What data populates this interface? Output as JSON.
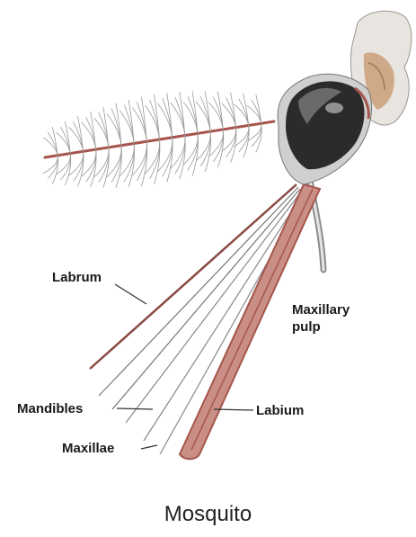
{
  "labels": {
    "labrum": "Labrum",
    "maxillary_line1": "Maxillary",
    "maxillary_line2": "pulp",
    "mandibles": "Mandibles",
    "labium": "Labium",
    "maxillae": "Maxillae"
  },
  "caption": "Mosquito",
  "colors": {
    "proboscis": "#a5554c",
    "proboscis_light": "#c98f86",
    "head_dark": "#2b2b2b",
    "head_mid": "#6a6a6a",
    "eye_shine": "#bdbdbd",
    "thorax": "#c9a07a",
    "hair": "#9a9a9a",
    "leader_line": "#333333"
  }
}
